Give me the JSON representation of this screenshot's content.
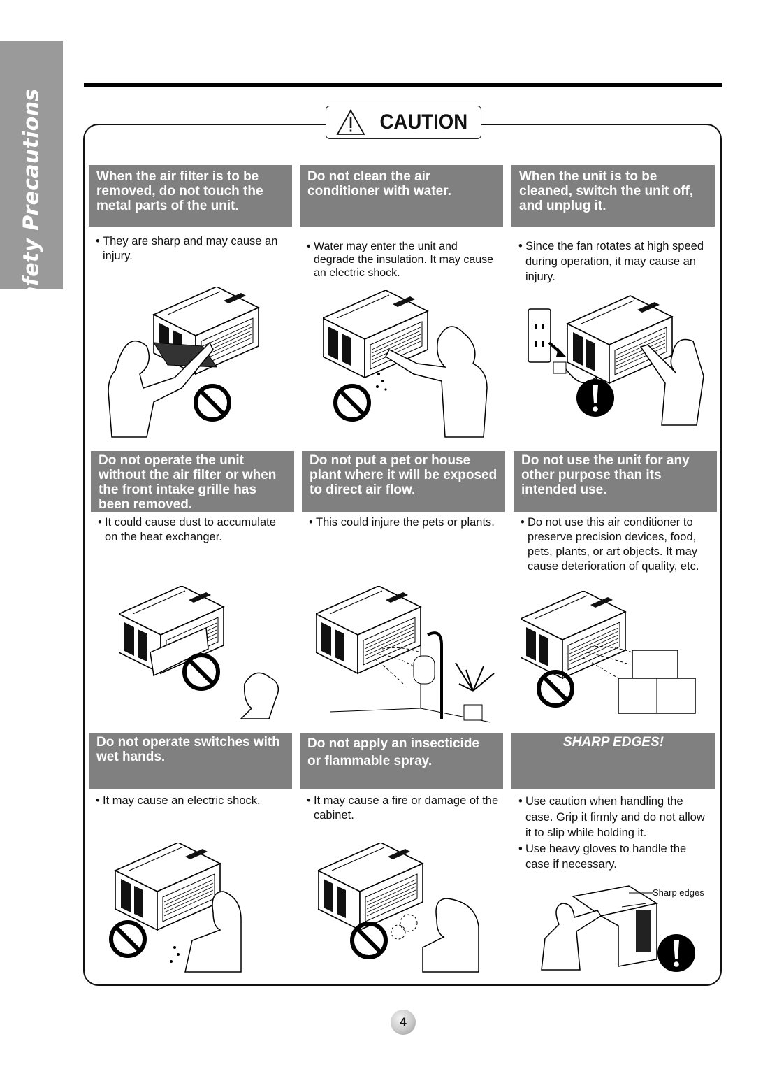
{
  "side_tab": {
    "label": "Safety Precautions"
  },
  "caution": {
    "label": "CAUTION",
    "icon": "warning-triangle-icon"
  },
  "cells": [
    {
      "heading": "When the air filter is to be removed, do not touch the metal parts of the unit.",
      "bullets": [
        "They are sharp and may cause an injury."
      ],
      "symbol": "prohibited"
    },
    {
      "heading": "Do not clean the air conditioner with water.",
      "bullets": [
        "Water may enter the unit and degrade the insulation. It may cause an electric shock."
      ],
      "symbol": "prohibited"
    },
    {
      "heading": "When the unit is to be cleaned, switch the unit off, and unplug it.",
      "bullets": [
        "Since the fan rotates at high speed during operation, it may cause an injury."
      ],
      "symbol": "mandatory"
    },
    {
      "heading": "Do not operate the unit without the air filter or when the front intake grille has been removed.",
      "bullets": [
        "It could cause dust to accumulate on the heat exchanger."
      ],
      "symbol": "prohibited"
    },
    {
      "heading": "Do not put a pet or house plant where it will be exposed to direct air flow.",
      "bullets": [
        "This could injure the pets or plants."
      ],
      "symbol": "none"
    },
    {
      "heading": "Do not use the unit for any other purpose than its intended use.",
      "bullets": [
        "Do not use this air conditioner to preserve precision devices, food, pets, plants, or art objects. It may cause deterioration of quality, etc."
      ],
      "symbol": "prohibited"
    },
    {
      "heading": "Do not operate switches with wet hands.",
      "bullets": [
        "It may cause an electric shock."
      ],
      "symbol": "prohibited"
    },
    {
      "heading": "Do not apply an insecticide or flammable spray.",
      "bullets": [
        "It may cause a fire or damage of the cabinet."
      ],
      "symbol": "prohibited"
    },
    {
      "heading": "SHARP EDGES!",
      "bullets": [
        "Use caution when handling the case. Grip it firmly and do not allow it to slip while holding it.",
        "Use heavy gloves to handle the case if necessary."
      ],
      "symbol": "mandatory",
      "callout": "Sharp edges"
    }
  ],
  "page": {
    "number": "4"
  },
  "colors": {
    "heading_bg": "#808080",
    "side_tab_bg": "#9a9a9a",
    "text": "#111111"
  }
}
